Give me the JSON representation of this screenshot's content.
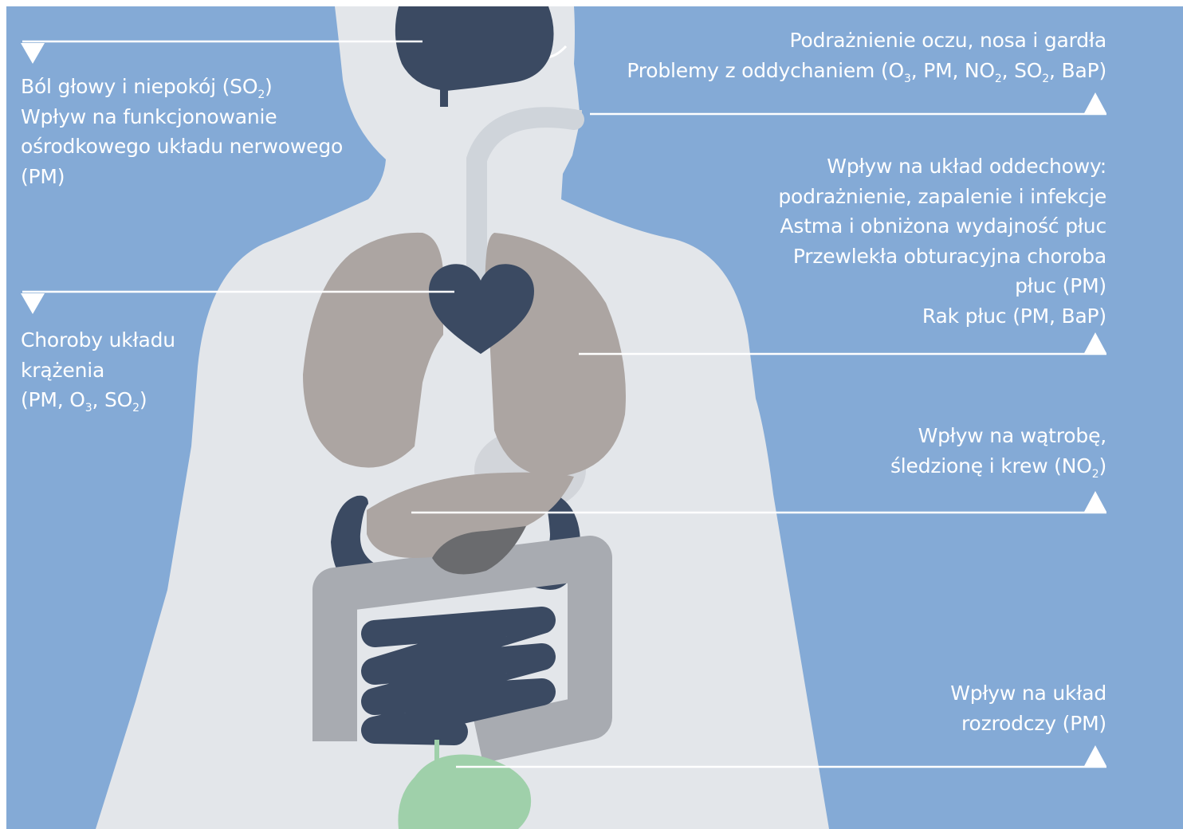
{
  "colors": {
    "background": "#84aad6",
    "body": "#e3e6ea",
    "organ_dark": "#3b4a62",
    "lung": "#aca5a2",
    "liver": "#aca5a2",
    "intestine": "#a8abb1",
    "gallbladder": "#6a6b6e",
    "reproductive": "#9fd0aa",
    "connector": "#ffffff"
  },
  "callouts": {
    "brain": {
      "line1": {
        "t1": "Ból głowy i niepokój (SO",
        "s1": "2",
        "t2": ")"
      },
      "line2": "Wpływ na funkcjonowanie",
      "line3": "ośrodkowego układu nerwowego",
      "line4": "(PM)"
    },
    "heart": {
      "line1": "Choroby układu",
      "line2": "krążenia",
      "line3": {
        "t1": "(PM, O",
        "s1": "3",
        "t2": ", SO",
        "s2": "2",
        "t3": ")"
      }
    },
    "eyes": {
      "line1": "Podrażnienie oczu, nosa i gardła",
      "line2": {
        "t1": "Problemy z oddychaniem (O",
        "s1": "3",
        "t2": ", PM, NO",
        "s2": "2",
        "t3": ", SO",
        "s3": "2",
        "t4": ", BaP)"
      }
    },
    "lungs": {
      "line1": "Wpływ na układ oddechowy:",
      "line2": "podrażnienie, zapalenie i infekcje",
      "line3": "Astma i obniżona wydajność płuc",
      "line4": "Przewlekła obturacyjna choroba",
      "line5": "płuc (PM)",
      "line6": "Rak płuc (PM, BaP)"
    },
    "liver": {
      "line1": "Wpływ na wątrobę,",
      "line2": {
        "t1": "śledzionę i krew (NO",
        "s1": "2",
        "t2": ")"
      }
    },
    "reproductive": {
      "line1": "Wpływ na układ",
      "line2": "rozrodczy (PM)"
    }
  }
}
